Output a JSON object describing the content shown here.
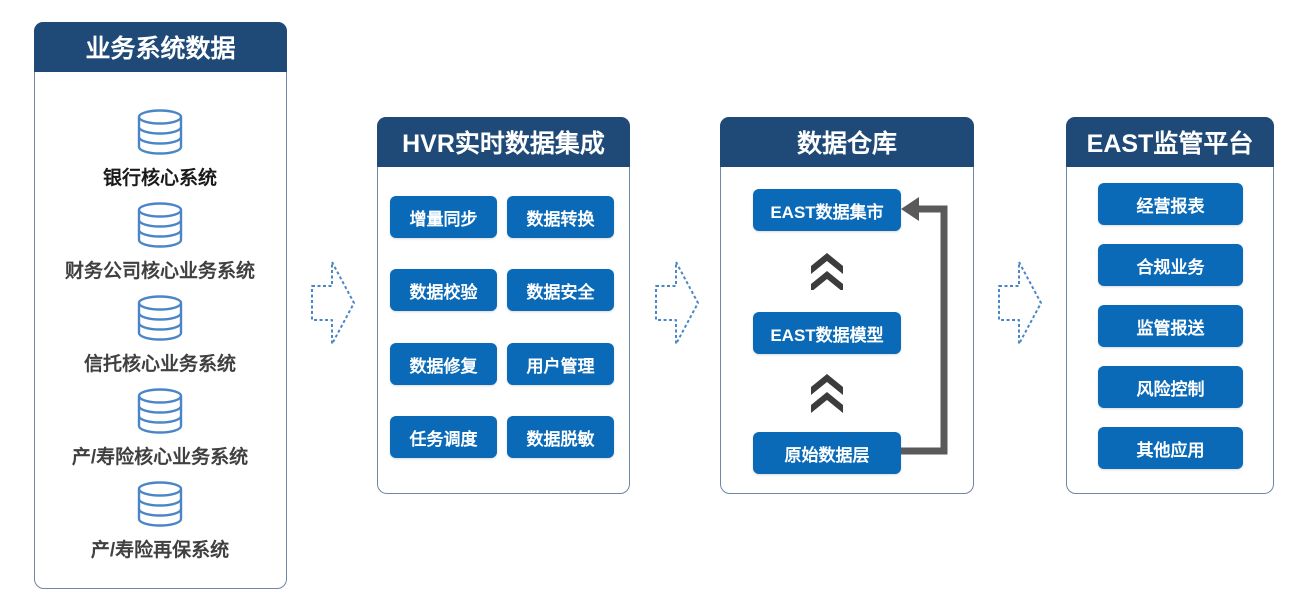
{
  "sources": {
    "title": "业务系统数据",
    "items": [
      {
        "label": "银行核心系统",
        "icon": "database-icon"
      },
      {
        "label": "财务公司核心业务系统",
        "icon": "database-icon"
      },
      {
        "label": "信托核心业务系统",
        "icon": "database-icon"
      },
      {
        "label": "产/寿险核心业务系统",
        "icon": "database-icon"
      },
      {
        "label": "产/寿险再保系统",
        "icon": "database-icon"
      }
    ]
  },
  "hvr": {
    "title": "HVR实时数据集成",
    "functions": [
      "增量同步",
      "数据转换",
      "数据校验",
      "数据安全",
      "数据修复",
      "用户管理",
      "任务调度",
      "数据脱敏"
    ]
  },
  "warehouse": {
    "title": "数据仓库",
    "layers": [
      "EAST数据集市",
      "EAST数据模型",
      "原始数据层"
    ]
  },
  "east": {
    "title": "EAST监管平台",
    "items": [
      "经营报表",
      "合规业务",
      "监管报送",
      "风险控制",
      "其他应用"
    ]
  },
  "colors": {
    "header": "#1f4a78",
    "button": "#0a6ab8",
    "border": "#6f86a6",
    "arrow": "#4a86c7",
    "chevron": "#3c3c3c"
  }
}
